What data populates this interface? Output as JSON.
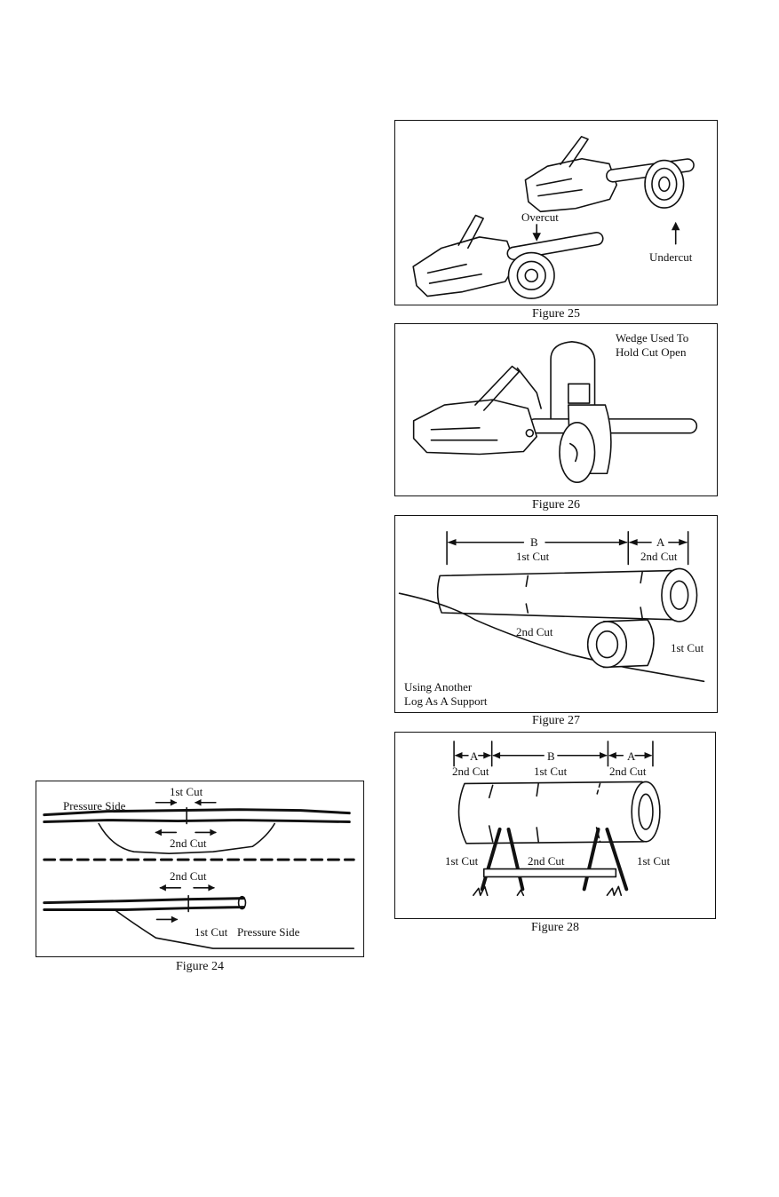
{
  "figures": {
    "fig24": {
      "caption": "Figure 24",
      "labels": {
        "first_cut_top": "1st Cut",
        "pressure_side_top": "Pressure Side",
        "second_cut_top": "2nd Cut",
        "second_cut_bottom": "2nd Cut",
        "first_cut_bottom": "1st Cut",
        "pressure_side_bottom": "Pressure Side"
      }
    },
    "fig25": {
      "caption": "Figure 25",
      "labels": {
        "overcut": "Overcut",
        "undercut": "Undercut"
      }
    },
    "fig26": {
      "caption": "Figure 26",
      "labels": {
        "wedge_line1": "Wedge Used To",
        "wedge_line2": "Hold Cut Open"
      }
    },
    "fig27": {
      "caption": "Figure 27",
      "labels": {
        "b": "B",
        "a": "A",
        "first_cut_top": "1st Cut",
        "second_cut_top": "2nd Cut",
        "second_cut_mid": "2nd Cut",
        "first_cut_right": "1st Cut",
        "support_line1": "Using Another",
        "support_line2": "Log As A Support"
      }
    },
    "fig28": {
      "caption": "Figure 28",
      "labels": {
        "a_left": "A",
        "b": "B",
        "a_right": "A",
        "second_cut_left": "2nd Cut",
        "first_cut_top": "1st Cut",
        "second_cut_right": "2nd Cut",
        "first_cut_left": "1st Cut",
        "second_cut_mid": "2nd Cut",
        "first_cut_right": "1st Cut"
      }
    }
  }
}
